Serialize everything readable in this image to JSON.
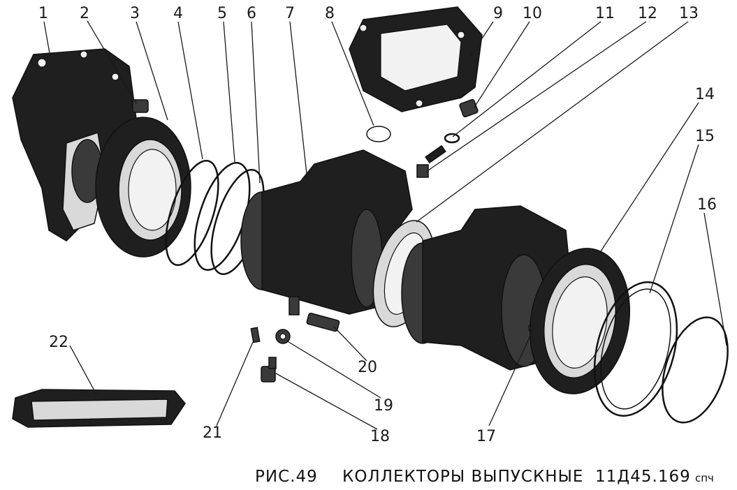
{
  "caption": {
    "figure": "РИС.49",
    "title": "КОЛЛЕКТОРЫ ВЫПУСКНЫЕ",
    "code": "11Д45.169",
    "suffix": "спч"
  },
  "callouts": [
    "1",
    "2",
    "3",
    "4",
    "5",
    "6",
    "7",
    "8",
    "9",
    "10",
    "11",
    "12",
    "13",
    "14",
    "15",
    "16",
    "17",
    "18",
    "19",
    "20",
    "21",
    "22"
  ]
}
